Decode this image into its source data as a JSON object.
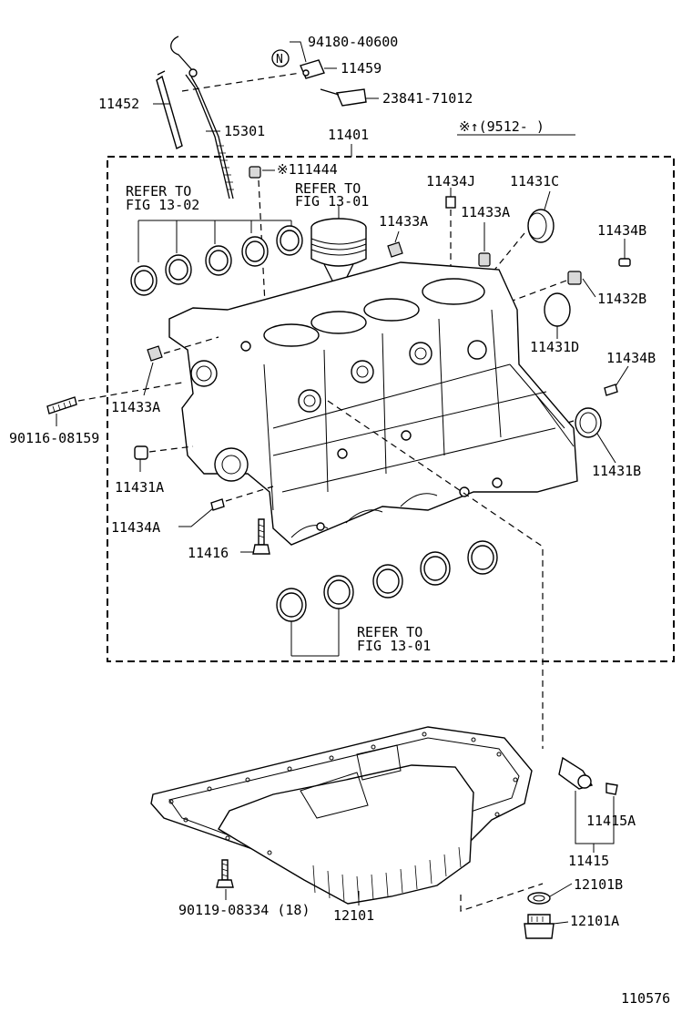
{
  "labels": {
    "p94180": "94180-40600",
    "p11459": "11459",
    "p11452": "11452",
    "p23841": "23841-71012",
    "p15301": "15301",
    "p11401": "11401",
    "date_note": "※↑(9512-    )",
    "p111444": "※111444",
    "refer_fig_13_01_top": "REFER TO\nFIG 13-01",
    "refer_fig_13_02": "REFER TO\nFIG 13-02",
    "p11434J": "11434J",
    "p11431C": "11431C",
    "p11433A_a": "11433A",
    "p11433A_b": "11433A",
    "p11434B_a": "11434B",
    "p11432B": "11432B",
    "p11431D": "11431D",
    "p11434B_b": "11434B",
    "p11433A_c": "11433A",
    "p90116": "90116-08159",
    "p11431B": "11431B",
    "p11431A": "11431A",
    "p11434A": "11434A",
    "p11416": "11416",
    "refer_fig_13_01_bottom": "REFER TO\nFIG 13-01",
    "p11415A": "11415A",
    "p11415": "11415",
    "p12101B": "12101B",
    "p90119": "90119-08334 (18)",
    "p12101": "12101",
    "p12101A": "12101A",
    "figure_number": "110576",
    "n_symbol": "N"
  },
  "icons": {
    "new_part_marker": "circled-n-icon"
  }
}
